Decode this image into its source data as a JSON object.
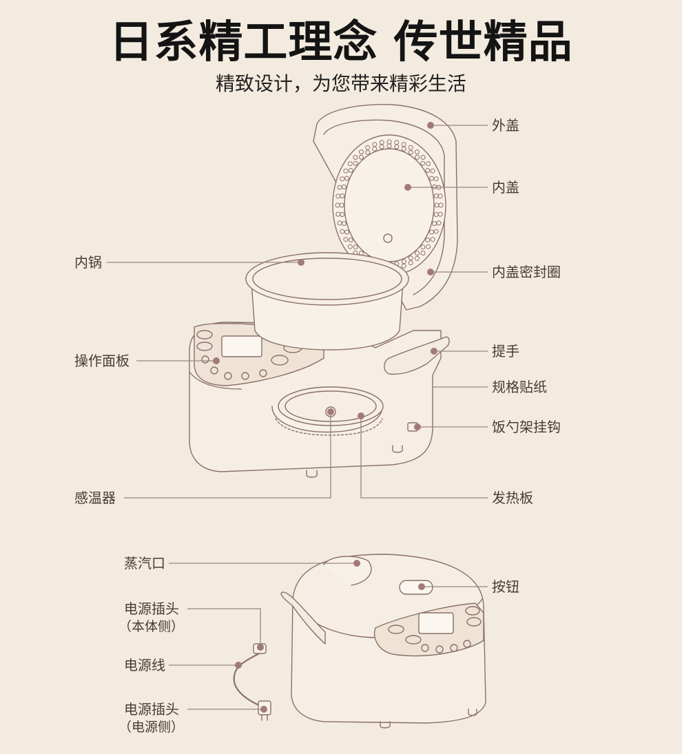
{
  "header": {
    "title": "日系精工理念 传世精品",
    "subtitle": "精致设计，为您带来精彩生活"
  },
  "labels": {
    "outer_lid": "外盖",
    "inner_lid": "内盖",
    "inner_lid_seal": "内盖密封圈",
    "inner_pot": "内锅",
    "handle": "提手",
    "control_panel": "操作面板",
    "spec_sticker": "规格贴纸",
    "ladle_hook": "饭勺架挂钩",
    "temp_sensor": "感温器",
    "heating_plate": "发热板",
    "steam_vent": "蒸汽口",
    "button": "按钮",
    "plug_body": "电源插头",
    "plug_body_note": "（本体侧）",
    "power_cord": "电源线",
    "plug_power": "电源插头",
    "plug_power_note": "（电源侧）"
  },
  "colors": {
    "background": "#f3ebdf",
    "outline": "#8a6f68",
    "marker": "#a07a78",
    "leader": "#9a8580",
    "label": "#4a3a35"
  }
}
